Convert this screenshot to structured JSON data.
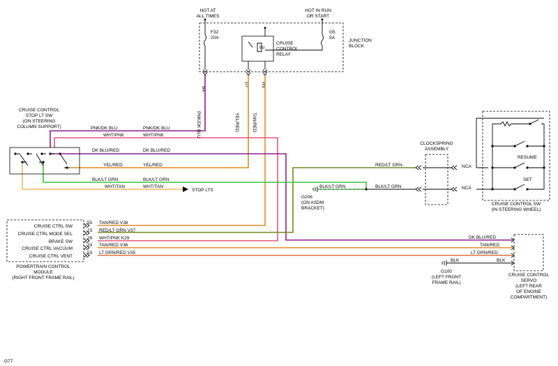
{
  "colors": {
    "pink_dk_blue": "#8a1e8e",
    "white_pink": "#e8577f",
    "dk_blue_red": "#b0305a",
    "yel_red": "#e08a1c",
    "blk_lt_grn": "#39c43a",
    "wht_tan": "#f0b860",
    "tan_red": "#e58a28",
    "red_lt_grn": "#6f8a1e",
    "lt_grn_red": "#e0703a",
    "black": "#000000"
  },
  "top": {
    "hot_at": [
      "HOT AT",
      "ALL TIMES"
    ],
    "hot_run": [
      "HOT IN RUN",
      "OR START"
    ],
    "fuse1": [
      "F32",
      "20A"
    ],
    "fuse2": [
      "G5",
      "5A"
    ],
    "relay": [
      "CRUISE",
      "CONTROL",
      "RELAY"
    ],
    "junction": [
      "JUNCTION",
      "BLOCK"
    ],
    "pins": [
      "B4",
      "D7",
      "H5"
    ],
    "relay_code": "8u"
  },
  "stop_sw": {
    "title": [
      "CRUISE CONTROL",
      "STOP LT SW",
      "(ON STEERING",
      "COLUMN SUPPORT)"
    ]
  },
  "wires": {
    "pnk_dk_blu": "PNK/DK BLU",
    "wht_pnk": "WHT/PNK",
    "dk_blu_red": "DK BLU/RED",
    "yel_red": "YEL/RED",
    "blk_lt_grn": "BLK/LT GRN",
    "wht_tan": "WHT/TAN",
    "stop_lts": "STOP LTS",
    "red_lt_grn": "RED/LT GRN",
    "tan_red": "TAN/RED",
    "lt_grn_red": "LT GRN/RED",
    "blk": "BLK",
    "nca": "NCA"
  },
  "clockspring": [
    "CLOCKSPRING",
    "ASSEMBLY"
  ],
  "g206": [
    "G206",
    "(ON ASDM",
    "BRACKET)"
  ],
  "g100": [
    "G100",
    "(LEFT FRONT",
    "FRAME RAIL)"
  ],
  "cruise_sw": {
    "resume": "RESUME",
    "set": "SET",
    "title": [
      "CRUISE CONTROL SW",
      "(IN STEERING WHEEL)"
    ]
  },
  "pcm": {
    "rows": [
      {
        "name": "CRUISE CTRL SW",
        "pin": "55",
        "wire": "TAN/RED V38"
      },
      {
        "name": "CRUISE CTRL MODE SEL",
        "pin": "23",
        "wire": "RED/LT GRN V37"
      },
      {
        "name": "BRAKE SW",
        "pin": "29",
        "wire": "WHT/PNK K29"
      },
      {
        "name": "CRUISE CTRL VACUUM",
        "pin": "33",
        "wire": "TAN/RED V36"
      },
      {
        "name": "CRUISE CTRL VENT",
        "pin": "53",
        "wire": "LT GRN/RED V35"
      }
    ],
    "title": [
      "POWERTRAIN CONTROL",
      "MODULE",
      "(RIGHT FRONT FRAME RAIL)"
    ]
  },
  "servo": [
    "CRUISE CONTROL",
    "SERVO",
    "(LEFT REAR",
    "OF ENGINE",
    "COMPARTMENT)"
  ],
  "corner_code": "G77"
}
